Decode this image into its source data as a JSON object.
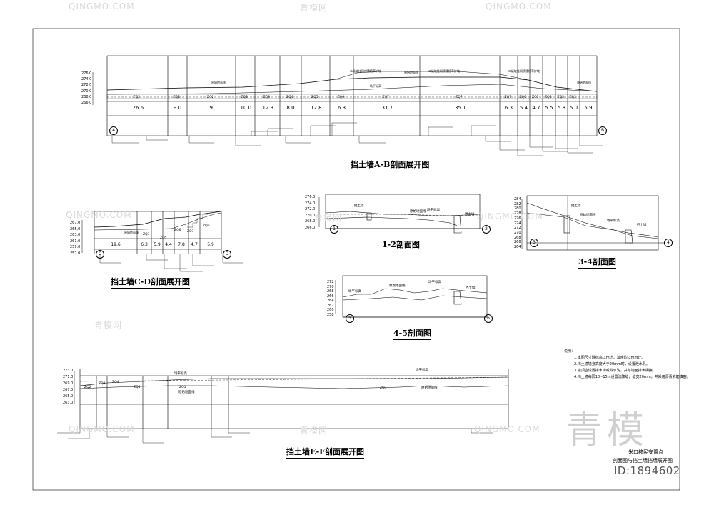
{
  "watermarks": [
    "QINGMO.COM",
    "青模网",
    "QINGMO.COM",
    "青模网",
    "QINGMO.COM",
    "QINGMO.COM",
    "青模网",
    "QINGMO.COM",
    "QINGMO.COM",
    "青模网"
  ],
  "brand_watermark": "青模",
  "section_ab": {
    "title": "挡土墙A-B剖面展开图",
    "y_ticks": [
      "276.0",
      "274.0",
      "272.0",
      "270.0",
      "268.0",
      "266.0"
    ],
    "segments": [
      "26.6",
      "9.0",
      "19.1",
      "10.0",
      "12.3",
      "8.0",
      "12.8",
      "6.3",
      "31.7",
      "35.1",
      "6.3",
      "5.4",
      "4.7",
      "5.5",
      "5.8",
      "5.0",
      "5.9"
    ],
    "wall_types": [
      "ZQ2",
      "ZQ2",
      "ZQ2",
      "ZQ3",
      "ZQ3",
      "ZQ4",
      "ZQ5",
      "ZQ6",
      "ZQ7",
      "ZQ7",
      "ZQ7",
      "ZQ6",
      "ZQ5",
      "ZQ4",
      "ZQ3",
      "ZQ2"
    ],
    "labels": [
      "原始地面线",
      "二级坡挂网喷播植草护坡",
      "二级坡挂网喷播植草护坡",
      "二级坡挂网喷播植草护坡",
      "原始地面线",
      "原始地面线",
      "场平标高"
    ],
    "start_marker": "A",
    "end_marker": "B"
  },
  "section_cd": {
    "title": "挡土墙C-D剖面展开图",
    "y_ticks": [
      "267.0",
      "265.0",
      "263.0",
      "261.0",
      "259.0",
      "257.0"
    ],
    "segments": [
      "19.6",
      "6.3",
      "5.9",
      "4.4",
      "7.8",
      "4.7",
      "5.9"
    ],
    "wall_types": [
      "ZQ3",
      "ZQ5",
      "ZQ6",
      "ZQ7",
      "ZQ6"
    ],
    "labels": [
      "原始地面线"
    ],
    "start_marker": "C",
    "end_marker": "D"
  },
  "section_12": {
    "title": "1-2剖面图",
    "y_ticks": [
      "276.0",
      "274.0",
      "272.0",
      "270.0",
      "268.0",
      "266.0"
    ],
    "labels": [
      "挡土墙",
      "原始地面线",
      "场平标高",
      "挡土墙"
    ],
    "start_marker": "1",
    "end_marker": "2"
  },
  "section_34": {
    "title": "3-4剖面图",
    "y_ticks": [
      "284",
      "282",
      "280",
      "278",
      "276",
      "274",
      "272",
      "270",
      "268",
      "266",
      "264"
    ],
    "labels": [
      "挡土墙",
      "原始地面线",
      "场平标高",
      "挡土墙"
    ],
    "start_marker": "3",
    "end_marker": "4"
  },
  "section_45": {
    "title": "4-5剖面图",
    "y_ticks": [
      "272",
      "270",
      "268",
      "266",
      "264",
      "262",
      "260",
      "258"
    ],
    "labels": [
      "场平标高",
      "原始地面线",
      "场平标高",
      "挡土墙"
    ],
    "start_marker": "5",
    "end_marker": "6"
  },
  "section_ef": {
    "title": "挡土墙E-F剖面展开图",
    "y_ticks": [
      "273.0",
      "271.0",
      "269.0",
      "267.0",
      "265.0",
      "263.0"
    ],
    "wall_types": [
      "ZQ2",
      "ZQ3",
      "ZQ4",
      "ZQ3",
      "ZQ1",
      "ZQ3"
    ],
    "labels": [
      "场平标高",
      "场平标高",
      "原始地面线",
      "原始地面线"
    ]
  },
  "notes": {
    "heading": "说明：",
    "items": [
      "1.本图尺寸除标高以m计，其余均以mm计。",
      "2.挡土墙墙身高度大于20mm时，设置泄水孔。",
      "3.墙顶应设置排水沟或截水沟，并与地面排水相接。",
      "4.挡土墙每隔10~15m设置沉降缝，缝宽20mm，并采用沥青麻筋填塞。"
    ]
  },
  "project": {
    "name": "米口移民安置点",
    "drawing": "剖面图与挡土墙挡墙展开图"
  },
  "id_label": "ID:1894602"
}
